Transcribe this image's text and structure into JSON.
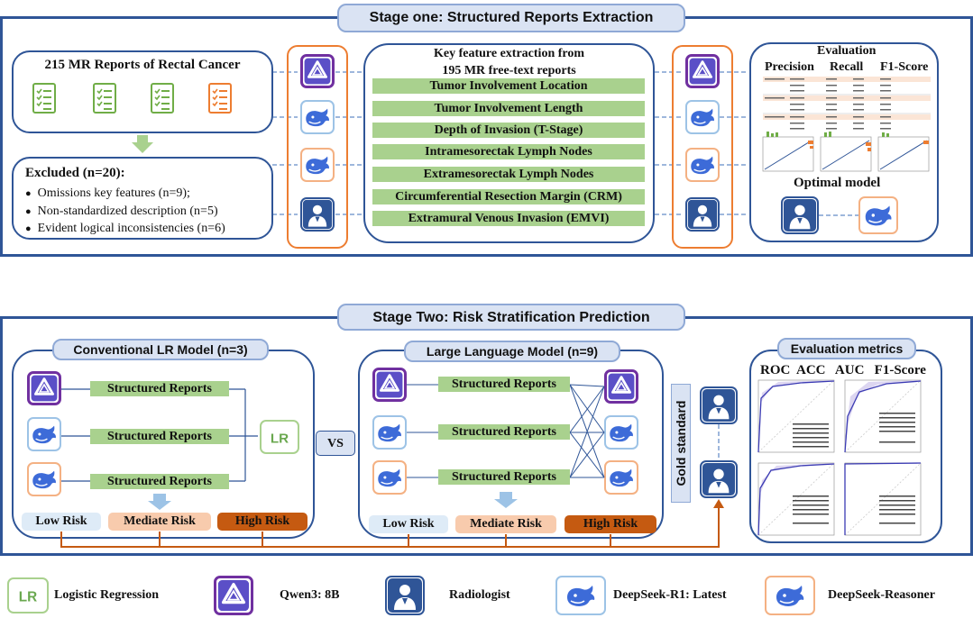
{
  "stage1": {
    "title": "Stage one:  Structured Reports Extraction",
    "reports_title": "215 MR Reports of Rectal Cancer",
    "excluded_title": "Excluded  (n=20):",
    "excluded_items": [
      "Omissions key features (n=9);",
      "Non-standardized description  (n=5)",
      "Evident logical inconsistencies  (n=6)"
    ],
    "key_title_line1": "Key feature extraction  from",
    "key_title_line2": "195 MR free-text reports",
    "features": [
      "Tumor Involvement Location",
      "Tumor Involvement Length",
      "Depth of Invasion (T-Stage)",
      "Intramesorectak Lymph Nodes",
      "Extramesorectak Lymph Nodes",
      "Circumferential Resection Margin (CRM)",
      "Extramural  Venous Invasion (EMVI)"
    ],
    "evaluation_title": "Evaluation",
    "evaluation_metrics": [
      "Precision",
      "Recall",
      "F1-Score"
    ],
    "optimal_model": "Optimal  model"
  },
  "stage2": {
    "title": "Stage Two: Risk Stratification Prediction",
    "lr_title": "Conventional LR Model (n=3)",
    "llm_title": "Large Language Model (n=9)",
    "structured_label": "Structured  Reports",
    "vs": "VS",
    "lr_icon_text": "LR",
    "risk_low": "Low Risk",
    "risk_mid": "Mediate Risk",
    "risk_high": "High Risk",
    "gold_standard": "Gold standard",
    "eval_title": "Evaluation  metrics",
    "eval_metrics": "ROC  ACC   AUC   F1-Score"
  },
  "legend": [
    {
      "icon": "lr-icon",
      "label": "Logistic  Regression"
    },
    {
      "icon": "qwen-icon",
      "label": "Qwen3:  8B"
    },
    {
      "icon": "radiologist-icon",
      "label": "Radiologist"
    },
    {
      "icon": "deepseek-r1-icon",
      "label": "DeepSeek-R1: Latest"
    },
    {
      "icon": "deepseek-reasoner-icon",
      "label": "DeepSeek-Reasoner"
    }
  ],
  "colors": {
    "frame": "#2f5597",
    "green": "#a9d18e",
    "orange": "#ed7d31",
    "purple": "#7030a0",
    "low": "#deebf7",
    "mid": "#f8cbad",
    "high": "#c55a11"
  }
}
